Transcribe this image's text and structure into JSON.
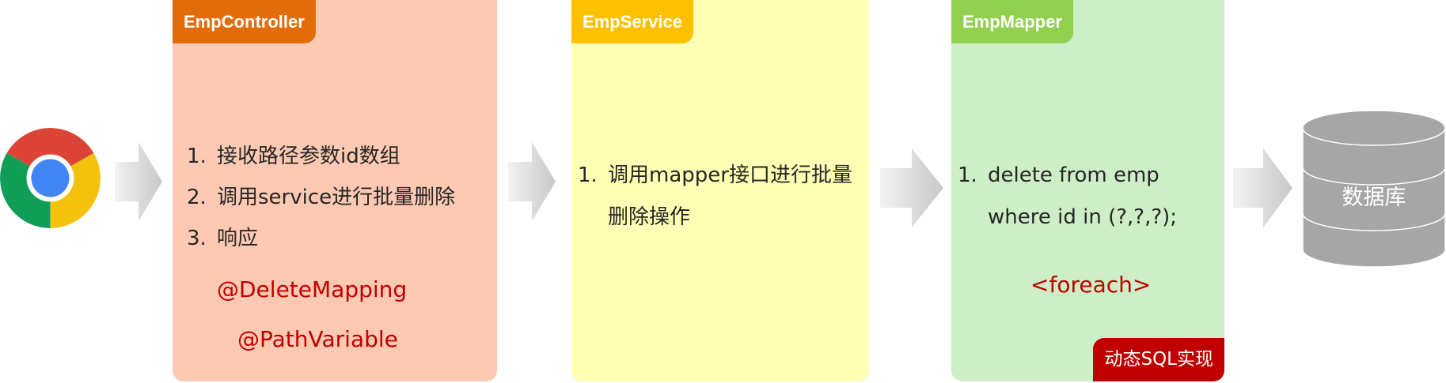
{
  "browser": {
    "icon": "chrome-icon"
  },
  "controller": {
    "title": "EmpController",
    "steps": [
      {
        "num": "1.",
        "text": "接收路径参数id数组"
      },
      {
        "num": "2.",
        "text": "调用service进行批量删除"
      },
      {
        "num": "3.",
        "text": "响应"
      }
    ],
    "annotations": [
      "@DeleteMapping",
      "@PathVariable"
    ]
  },
  "service": {
    "title": "EmpService",
    "steps": [
      {
        "num": "1.",
        "text": "调用mapper接口进行批量删除操作"
      }
    ]
  },
  "mapper": {
    "title": "EmpMapper",
    "steps": [
      {
        "num": "1.",
        "text": "delete from emp where id in (?,?,?);"
      }
    ],
    "tag": "<foreach>",
    "badge": "动态SQL实现"
  },
  "database": {
    "label": "数据库",
    "icon": "database-icon"
  },
  "colors": {
    "controller_bg": "#fdc9b2",
    "controller_tab": "#e36c0a",
    "service_bg": "#ffffb5",
    "service_tab": "#ffc000",
    "mapper_bg": "#cdeec7",
    "mapper_tab": "#92d050",
    "annotation": "#c00000",
    "badge": "#c00000",
    "database": "#a6a6a6"
  }
}
